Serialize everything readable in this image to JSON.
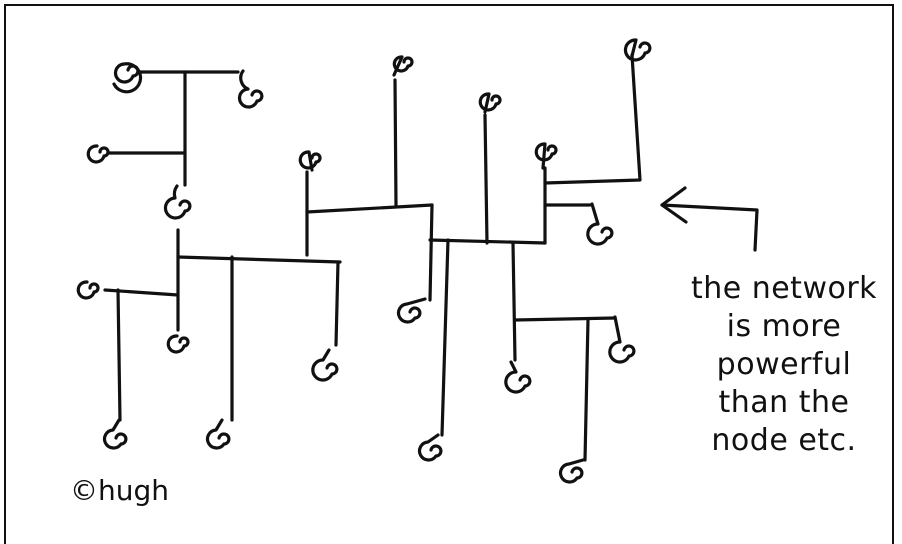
{
  "caption": {
    "lines": [
      "the network",
      "is more",
      "powerful",
      "than the",
      "node etc."
    ]
  },
  "signature": "©hugh",
  "colors": {
    "ink": "#111111",
    "background": "#ffffff"
  }
}
